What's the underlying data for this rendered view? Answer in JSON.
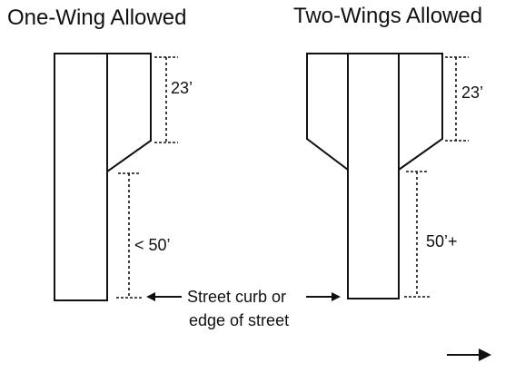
{
  "panels": {
    "left": {
      "title": "One-Wing Allowed",
      "wing_length_label": "23’",
      "frontage_label": "< 50’"
    },
    "right": {
      "title": "Two-Wings Allowed",
      "wing_length_label": "23’",
      "frontage_label": "50’+"
    }
  },
  "street_label": {
    "line1": "Street curb or",
    "line2": "edge of street"
  },
  "icons": {
    "corner": "arrow-right-icon",
    "street_pointers": [
      "arrow-left-icon",
      "arrow-right-icon"
    ]
  }
}
